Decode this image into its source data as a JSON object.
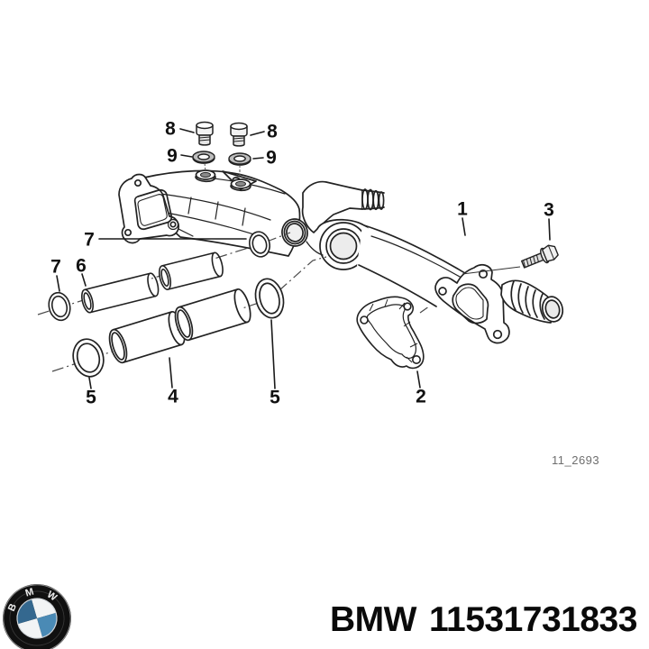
{
  "diagram": {
    "code": "11_2693",
    "callouts": {
      "plug_left": "8",
      "plug_right": "8",
      "seal_left": "9",
      "seal_right": "9",
      "oring_mid": "7",
      "oring_far_left": "7",
      "sleeve_small": "6",
      "oring_lower_left": "5",
      "sleeve_large": "4",
      "oring_lower_right": "5",
      "gasket": "2",
      "pipe": "1",
      "bolt": "3"
    }
  },
  "footer": {
    "brand": "BMW",
    "part_number": "11531731833",
    "logo_letters": [
      "B",
      "M",
      "W"
    ]
  },
  "colors": {
    "line": "#222222",
    "background": "#ffffff",
    "code_text": "#6e6e6e",
    "logo_black": "#101010",
    "bmw_blue_dark": "#34688f",
    "bmw_blue_light": "#4a8ab5"
  }
}
